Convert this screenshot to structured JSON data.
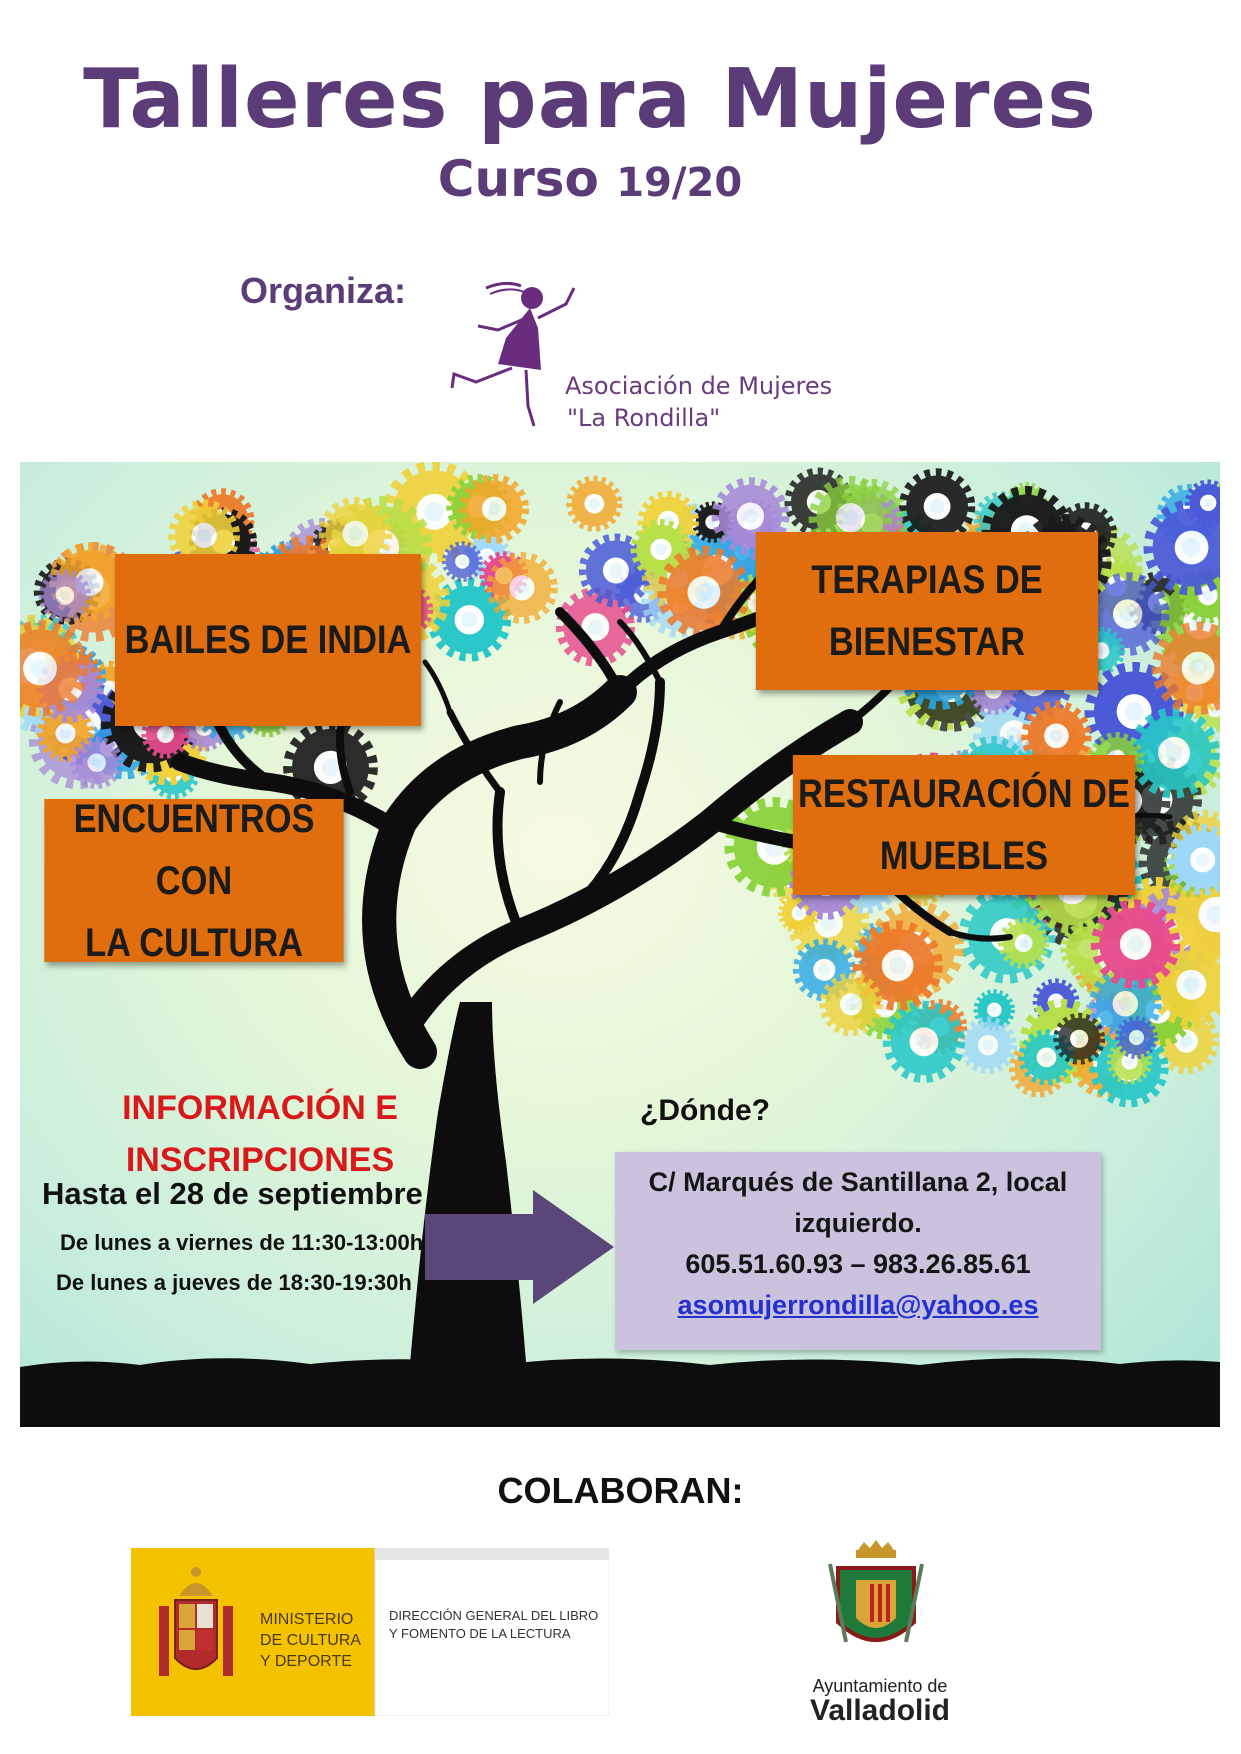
{
  "header": {
    "title": "Talleres para Mujeres",
    "subtitle_word": "Curso",
    "subtitle_year": "19/20"
  },
  "organizer": {
    "label": "Organiza:",
    "logo_line1": "Asociación de Mujeres",
    "logo_line2": "\"La Rondilla\""
  },
  "workshops": [
    {
      "line1": "BAILES DE INDIA",
      "line2": ""
    },
    {
      "line1": "TERAPIAS DE",
      "line2": "BIENESTAR"
    },
    {
      "line1": "RESTAURACIÓN DE",
      "line2": "MUEBLES"
    },
    {
      "line1": "ENCUENTROS CON",
      "line2": "LA CULTURA"
    }
  ],
  "info": {
    "heading_line1": "INFORMACIÓN E",
    "heading_line2": "INSCRIPCIONES",
    "deadline": "Hasta el 28 de septiembre",
    "schedule1": "De lunes a viernes de 11:30-13:00h",
    "schedule2": "De lunes a jueves de 18:30-19:30h"
  },
  "location": {
    "question": "¿Dónde?",
    "address_line1": "C/ Marqués de Santillana 2, local",
    "address_line2": "izquierdo.",
    "phones": "605.51.60.93 – 983.26.85.61",
    "email": "asomujerrondilla@yahoo.es"
  },
  "sponsors": {
    "label": "COLABORAN:",
    "ministry_line1": "MINISTERIO",
    "ministry_line2": "DE CULTURA",
    "ministry_line3": "Y DEPORTE",
    "directorate_line1": "DIRECCIÓN GENERAL DEL LIBRO",
    "directorate_line2": "Y FOMENTO DE LA LECTURA",
    "city_line1": "Ayuntamiento de",
    "city_line2": "Valladolid"
  },
  "colors": {
    "title_purple": "#5b3b78",
    "box_orange": "#e06d0e",
    "info_red": "#d8191b",
    "address_lilac": "#cbc2dd",
    "arrow_purple": "#5a4678",
    "ministry_yellow": "#f5c200"
  }
}
